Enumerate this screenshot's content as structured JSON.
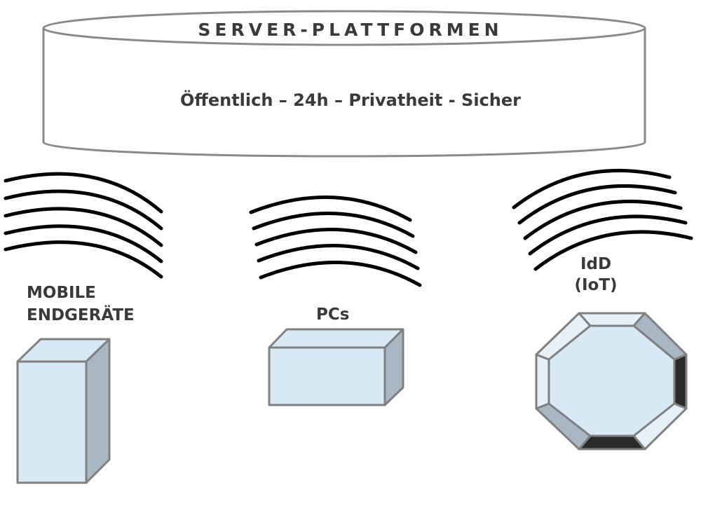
{
  "server": {
    "title": "SERVER-PLATTFORMEN",
    "subtitle": "Öffentlich – 24h – Privatheit - Sicher"
  },
  "devices": {
    "mobile": {
      "line1": "MOBILE",
      "line2": "ENDGERÄTE"
    },
    "pc": {
      "label": "PCs"
    },
    "iot": {
      "line1": "IdD",
      "line2": "(IoT)"
    }
  },
  "colors": {
    "outline": "#808080",
    "device_fill": "#d6e9f5",
    "device_side": "#a7b7c3",
    "dark_facet": "#2a2a2a",
    "waves": "#000000",
    "text": "#3a3a3a"
  }
}
